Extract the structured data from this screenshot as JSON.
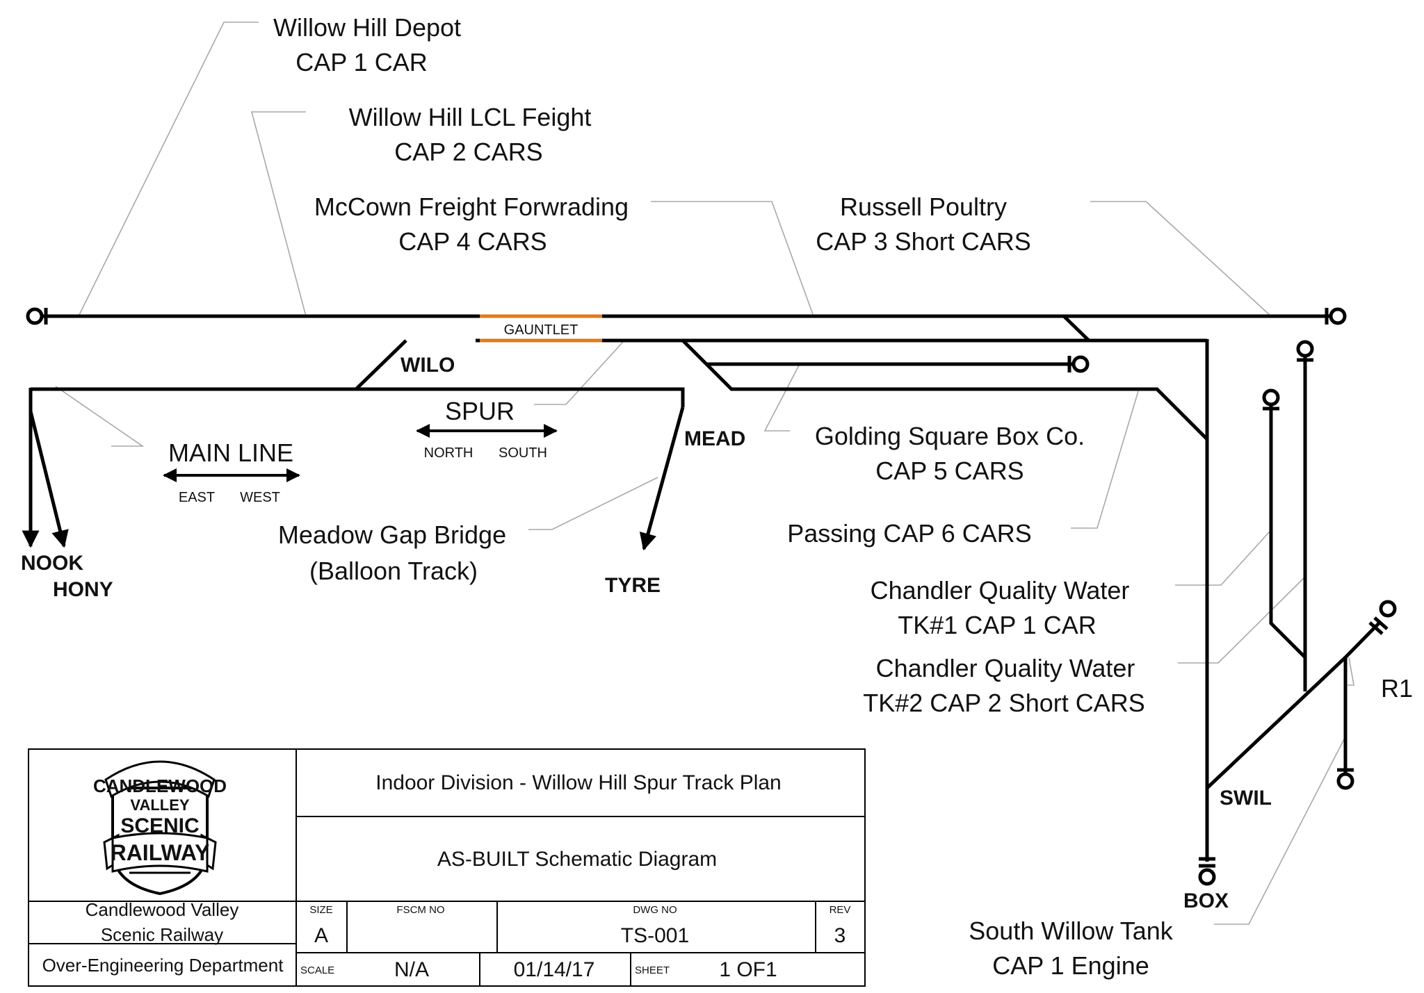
{
  "industries": {
    "willow_hill_depot": {
      "name": "Willow Hill Depot",
      "cap": "CAP 1 CAR"
    },
    "willow_hill_lcl": {
      "name": "Willow Hill LCL Feight",
      "cap": "CAP 2 CARS"
    },
    "mccown": {
      "name": "McCown Freight Forwrading",
      "cap": "CAP 4 CARS"
    },
    "russell": {
      "name": "Russell Poultry",
      "cap": "CAP 3 Short CARS"
    },
    "golding": {
      "name": "Golding Square Box Co.",
      "cap": "CAP 5 CARS"
    },
    "passing": {
      "name": "Passing CAP 6 CARS"
    },
    "chandler1": {
      "name": "Chandler Quality Water",
      "cap": "TK#1 CAP 1 CAR"
    },
    "chandler2": {
      "name": "Chandler Quality Water",
      "cap": "TK#2 CAP 2 Short CARS"
    },
    "meadow_gap": {
      "name": "Meadow Gap Bridge",
      "cap": "(Balloon Track)"
    },
    "south_willow": {
      "name": "South Willow Tank",
      "cap": "CAP 1 Engine"
    }
  },
  "stations": {
    "wilo": "WILO",
    "mead": "MEAD",
    "nook": "NOOK",
    "hony": "HONY",
    "tyre": "TYRE",
    "swil": "SWIL",
    "box": "BOX",
    "r1": "R1"
  },
  "gauntlet": {
    "label": "GAUNTLET",
    "color": "#e07b1a"
  },
  "direction": {
    "spur": {
      "label": "SPUR",
      "left": "NORTH",
      "right": "SOUTH"
    },
    "main_line": {
      "label": "MAIN LINE",
      "left": "EAST",
      "right": "WEST"
    }
  },
  "title_block": {
    "logo": {
      "line1": "CANDLEWOOD",
      "line2": "VALLEY",
      "line3": "SCENIC",
      "line4": "RAILWAY"
    },
    "title": "Indoor Division - Willow Hill Spur Track Plan",
    "subtitle": "AS-BUILT Schematic Diagram",
    "company_line1": "Candlewood Valley",
    "company_line2": "Scenic Railway",
    "department": "Over-Engineering Department",
    "size_label": "SIZE",
    "size": "A",
    "fscm_label": "FSCM NO",
    "fscm": "",
    "dwg_label": "DWG NO",
    "dwg": "TS-001",
    "rev_label": "REV",
    "rev": "3",
    "scale_label": "SCALE",
    "scale": "N/A",
    "date": "01/14/17",
    "sheet_label": "SHEET",
    "sheet": "1 OF1"
  }
}
